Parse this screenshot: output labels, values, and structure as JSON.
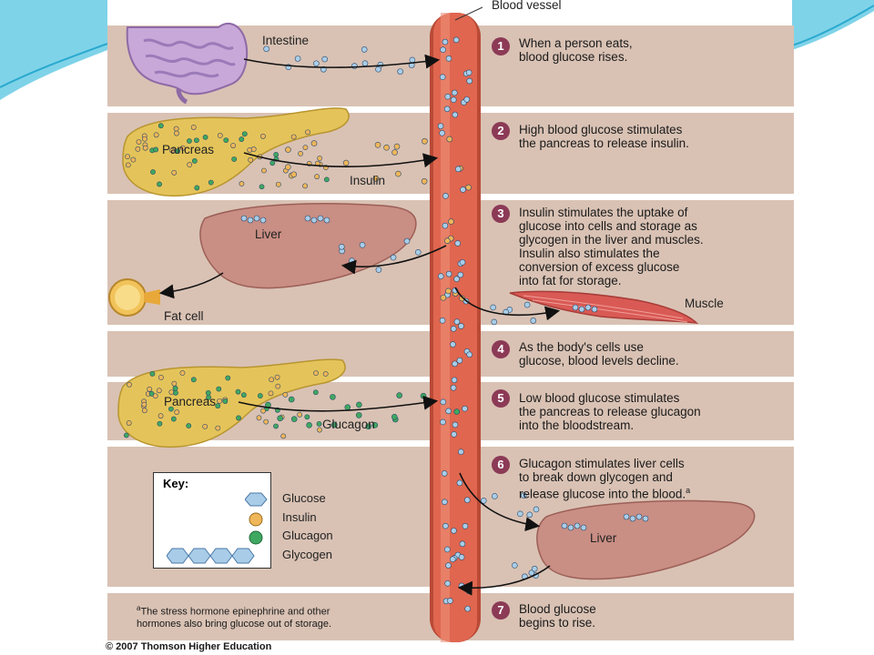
{
  "title_label": "Blood vessel",
  "steps": [
    {
      "num": "1",
      "text": "When a person eats,\nblood glucose rises."
    },
    {
      "num": "2",
      "text": "High blood glucose stimulates\nthe pancreas to release insulin."
    },
    {
      "num": "3",
      "text": "Insulin stimulates the uptake of\nglucose into cells and storage as\nglycogen in the liver and muscles.\nInsulin also stimulates the\nconversion of excess glucose\ninto fat for storage."
    },
    {
      "num": "4",
      "text": "As the body's cells use\nglucose, blood levels decline."
    },
    {
      "num": "5",
      "text": "Low blood glucose stimulates\nthe pancreas to release glucagon\ninto the bloodstream."
    },
    {
      "num": "6",
      "text": "Glucagon stimulates liver cells\nto break down glycogen and\nrelease glucose into the blood.",
      "superscript": "a"
    },
    {
      "num": "7",
      "text": "Blood glucose\nbegins to rise."
    }
  ],
  "labels": {
    "intestine": "Intestine",
    "pancreas_top": "Pancreas",
    "insulin": "Insulin",
    "liver_top": "Liver",
    "fat_cell": "Fat cell",
    "muscle": "Muscle",
    "pancreas_bottom": "Pancreas",
    "glucagon": "Glucagon",
    "liver_bottom": "Liver"
  },
  "key": {
    "title": "Key:",
    "items": [
      "Glucose",
      "Insulin",
      "Glucagon",
      "Glycogen"
    ]
  },
  "footnote": {
    "marker": "a",
    "text": "The stress hormone epinephrine and other\nhormones also bring glucose out of storage."
  },
  "copyright": "© 2007 Thomson Higher Education",
  "colors": {
    "panel": "#d9c2b4",
    "vessel": "#e0664f",
    "glucose": "#a9cde8",
    "insulin": "#f0b65a",
    "glucagon": "#3fa860",
    "step_badge": "#8c3a56",
    "pancreas": "#e4c45a",
    "liver": "#c98e84"
  }
}
